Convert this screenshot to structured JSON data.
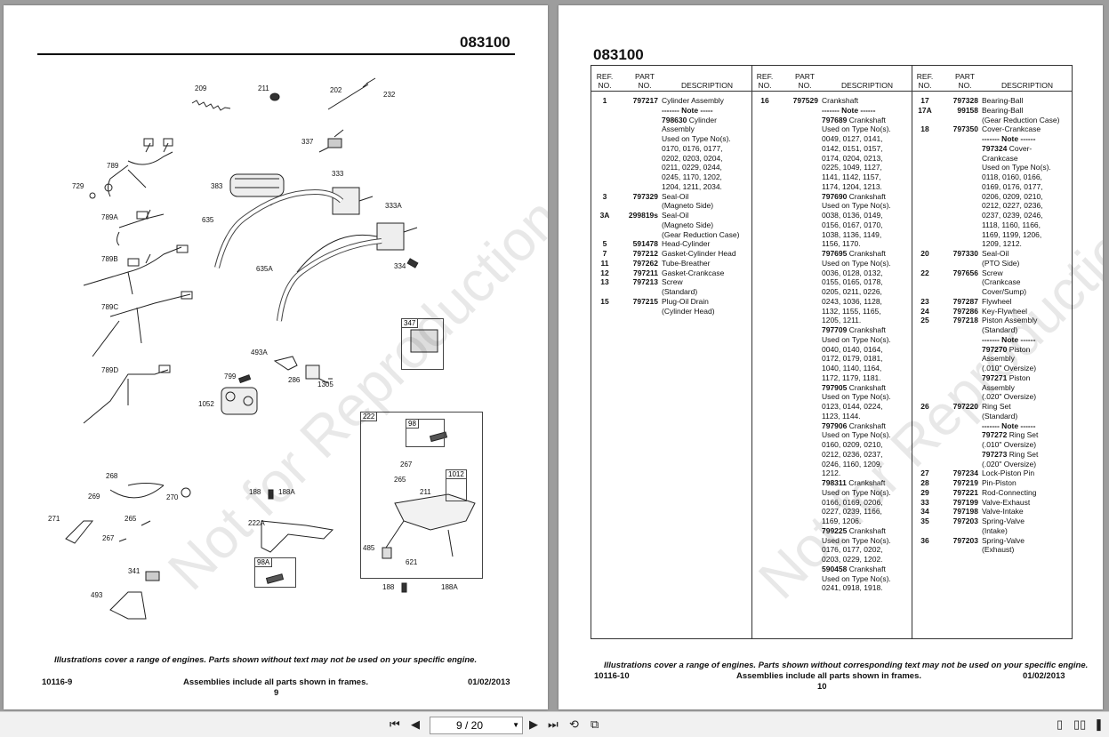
{
  "left_page": {
    "page_title": "083100",
    "labels": {
      "l209": "209",
      "l211": "211",
      "l202": "202",
      "l232": "232",
      "l337": "337",
      "l789": "789",
      "l729": "729",
      "l383": "383",
      "l333": "333",
      "l333A": "333A",
      "l789A": "789A",
      "l635": "635",
      "l789B": "789B",
      "l334": "334",
      "l635A": "635A",
      "l789C": "789C",
      "l347": "347",
      "l493A": "493A",
      "l789D": "789D",
      "l799": "799",
      "l286": "286",
      "l1305": "1305",
      "l1052": "1052",
      "l222": "222",
      "l98": "98",
      "l267a": "267",
      "l268": "268",
      "l265a": "265",
      "l1012": "1012",
      "l269": "269",
      "l270": "270",
      "l188a": "188",
      "l188Aa": "188A",
      "l211b": "211",
      "l271": "271",
      "l265b": "265",
      "l222A": "222A",
      "l267b": "267",
      "l485": "485",
      "l98A": "98A",
      "l621": "621",
      "l341": "341",
      "l493": "493",
      "l188b": "188",
      "l188Ab": "188A"
    },
    "watermark": "Not for Reproduction",
    "footer_note": "Illustrations cover a range of engines. Parts shown without text may not be used on your specific engine.",
    "footer_left": "10116-9",
    "footer_center": "Assemblies include all parts shown in frames.",
    "footer_page": "9",
    "footer_right": "01/02/2013"
  },
  "right_page": {
    "page_title": "083100",
    "headers": {
      "ref": "REF.\nNO.",
      "part": "PART\nNO.",
      "desc": "DESCRIPTION"
    },
    "columns": [
      [
        [
          "1",
          "797217",
          "Cylinder Assembly"
        ],
        [
          "",
          "",
          "------- Note -----"
        ],
        [
          "",
          "",
          "798630 Cylinder"
        ],
        [
          "",
          "",
          "Assembly"
        ],
        [
          "",
          "",
          "Used on Type No(s)."
        ],
        [
          "",
          "",
          "0170, 0176, 0177,"
        ],
        [
          "",
          "",
          "0202, 0203, 0204,"
        ],
        [
          "",
          "",
          "0211, 0229, 0244,"
        ],
        [
          "",
          "",
          "0245, 1170, 1202,"
        ],
        [
          "",
          "",
          "1204, 1211, 2034."
        ],
        [
          "3",
          "797329",
          "Seal-Oil"
        ],
        [
          "",
          "",
          "(Magneto Side)"
        ],
        [
          "3A",
          "299819s",
          "Seal-Oil"
        ],
        [
          "",
          "",
          "(Magneto Side)"
        ],
        [
          "",
          "",
          "(Gear Reduction Case)"
        ],
        [
          "5",
          "591478",
          "Head-Cylinder"
        ],
        [
          "7",
          "797212",
          "Gasket-Cylinder Head"
        ],
        [
          "11",
          "797262",
          "Tube-Breather"
        ],
        [
          "12",
          "797211",
          "Gasket-Crankcase"
        ],
        [
          "13",
          "797213",
          "Screw"
        ],
        [
          "",
          "",
          "(Standard)"
        ],
        [
          "15",
          "797215",
          "Plug-Oil Drain"
        ],
        [
          "",
          "",
          "(Cylinder Head)"
        ]
      ],
      [
        [
          "16",
          "797529",
          "Crankshaft"
        ],
        [
          "",
          "",
          "------- Note ------"
        ],
        [
          "",
          "",
          "797689 Crankshaft"
        ],
        [
          "",
          "",
          "Used on Type No(s)."
        ],
        [
          "",
          "",
          "0049, 0127, 0141,"
        ],
        [
          "",
          "",
          "0142, 0151, 0157,"
        ],
        [
          "",
          "",
          "0174, 0204, 0213,"
        ],
        [
          "",
          "",
          "0225, 1049, 1127,"
        ],
        [
          "",
          "",
          "1141, 1142, 1157,"
        ],
        [
          "",
          "",
          "1174, 1204, 1213."
        ],
        [
          "",
          "",
          "797690 Crankshaft"
        ],
        [
          "",
          "",
          "Used on Type No(s)."
        ],
        [
          "",
          "",
          "0038, 0136, 0149,"
        ],
        [
          "",
          "",
          "0156, 0167, 0170,"
        ],
        [
          "",
          "",
          "1038, 1136, 1149,"
        ],
        [
          "",
          "",
          "1156, 1170."
        ],
        [
          "",
          "",
          "797695 Crankshaft"
        ],
        [
          "",
          "",
          "Used on Type No(s)."
        ],
        [
          "",
          "",
          "0036, 0128, 0132,"
        ],
        [
          "",
          "",
          "0155, 0165, 0178,"
        ],
        [
          "",
          "",
          "0205, 0211, 0226,"
        ],
        [
          "",
          "",
          "0243, 1036, 1128,"
        ],
        [
          "",
          "",
          "1132, 1155, 1165,"
        ],
        [
          "",
          "",
          "1205, 1211."
        ],
        [
          "",
          "",
          "797709 Crankshaft"
        ],
        [
          "",
          "",
          "Used on Type No(s)."
        ],
        [
          "",
          "",
          "0040, 0140, 0164,"
        ],
        [
          "",
          "",
          "0172, 0179, 0181,"
        ],
        [
          "",
          "",
          "1040, 1140, 1164,"
        ],
        [
          "",
          "",
          "1172, 1179, 1181."
        ],
        [
          "",
          "",
          "797905 Crankshaft"
        ],
        [
          "",
          "",
          "Used on Type No(s)."
        ],
        [
          "",
          "",
          "0123, 0144, 0224,"
        ],
        [
          "",
          "",
          "1123, 1144."
        ],
        [
          "",
          "",
          "797906 Crankshaft"
        ],
        [
          "",
          "",
          "Used on Type No(s)."
        ],
        [
          "",
          "",
          "0160, 0209, 0210,"
        ],
        [
          "",
          "",
          "0212, 0236, 0237,"
        ],
        [
          "",
          "",
          "0246, 1160, 1209,"
        ],
        [
          "",
          "",
          "1212."
        ],
        [
          "",
          "",
          "798311 Crankshaft"
        ],
        [
          "",
          "",
          "Used on Type No(s)."
        ],
        [
          "",
          "",
          "0166, 0169, 0206,"
        ],
        [
          "",
          "",
          "0227, 0239, 1166,"
        ],
        [
          "",
          "",
          "1169, 1206."
        ],
        [
          "",
          "",
          "799225 Crankshaft"
        ],
        [
          "",
          "",
          "Used on Type No(s)."
        ],
        [
          "",
          "",
          "0176, 0177, 0202,"
        ],
        [
          "",
          "",
          "0203, 0229, 1202."
        ],
        [
          "",
          "",
          "590458 Crankshaft"
        ],
        [
          "",
          "",
          "Used on Type No(s)."
        ],
        [
          "",
          "",
          "0241, 0918, 1918."
        ]
      ],
      [
        [
          "17",
          "797328",
          "Bearing-Ball"
        ],
        [
          "17A",
          "99158",
          "Bearing-Ball"
        ],
        [
          "",
          "",
          "(Gear Reduction Case)"
        ],
        [
          "18",
          "797350",
          "Cover-Crankcase"
        ],
        [
          "",
          "",
          "------- Note ------"
        ],
        [
          "",
          "",
          "797324 Cover-"
        ],
        [
          "",
          "",
          "Crankcase"
        ],
        [
          "",
          "",
          "Used on Type No(s)."
        ],
        [
          "",
          "",
          "0118, 0160, 0166,"
        ],
        [
          "",
          "",
          "0169, 0176, 0177,"
        ],
        [
          "",
          "",
          "0206, 0209, 0210,"
        ],
        [
          "",
          "",
          "0212, 0227, 0236,"
        ],
        [
          "",
          "",
          "0237, 0239, 0246,"
        ],
        [
          "",
          "",
          "1118, 1160, 1166,"
        ],
        [
          "",
          "",
          "1169, 1199, 1206,"
        ],
        [
          "",
          "",
          "1209, 1212."
        ],
        [
          "20",
          "797330",
          "Seal-Oil"
        ],
        [
          "",
          "",
          "(PTO Side)"
        ],
        [
          "22",
          "797656",
          "Screw"
        ],
        [
          "",
          "",
          "(Crankcase"
        ],
        [
          "",
          "",
          "Cover/Sump)"
        ],
        [
          "23",
          "797287",
          "Flywheel"
        ],
        [
          "24",
          "797286",
          "Key-Flywheel"
        ],
        [
          "25",
          "797218",
          "Piston Assembly"
        ],
        [
          "",
          "",
          "(Standard)"
        ],
        [
          "",
          "",
          "------- Note ------"
        ],
        [
          "",
          "",
          "797270 Piston"
        ],
        [
          "",
          "",
          "Assembly"
        ],
        [
          "",
          "",
          "(.010\" Oversize)"
        ],
        [
          "",
          "",
          "797271 Piston"
        ],
        [
          "",
          "",
          "Assembly"
        ],
        [
          "",
          "",
          "(.020\" Oversize)"
        ],
        [
          "26",
          "797220",
          "Ring Set"
        ],
        [
          "",
          "",
          "(Standard)"
        ],
        [
          "",
          "",
          "------- Note ------"
        ],
        [
          "",
          "",
          "797272 Ring Set"
        ],
        [
          "",
          "",
          "(.010\" Oversize)"
        ],
        [
          "",
          "",
          "797273 Ring Set"
        ],
        [
          "",
          "",
          "(.020\" Oversize)"
        ],
        [
          "27",
          "797234",
          "Lock-Piston Pin"
        ],
        [
          "28",
          "797219",
          "Pin-Piston"
        ],
        [
          "29",
          "797221",
          "Rod-Connecting"
        ],
        [
          "33",
          "797199",
          "Valve-Exhaust"
        ],
        [
          "34",
          "797198",
          "Valve-Intake"
        ],
        [
          "35",
          "797203",
          "Spring-Valve"
        ],
        [
          "",
          "",
          "(Intake)"
        ],
        [
          "36",
          "797203",
          "Spring-Valve"
        ],
        [
          "",
          "",
          "(Exhaust)"
        ]
      ]
    ],
    "watermark": "Not for Reproduction",
    "footer_note": "Illustrations cover a range of engines. Parts shown without corresponding text may not be used on your specific engine.",
    "footer_left": "10116-10",
    "footer_center": "Assemblies include all parts shown in frames.",
    "footer_page": "10",
    "footer_right": "01/02/2013"
  },
  "toolbar": {
    "page_value": "9 / 20",
    "icons": [
      "first-page-icon",
      "prev-page-icon",
      "next-page-icon",
      "last-page-icon",
      "rotate-icon",
      "copy-icon",
      "single-page-view-icon",
      "two-page-view-icon",
      "book-view-icon"
    ]
  }
}
